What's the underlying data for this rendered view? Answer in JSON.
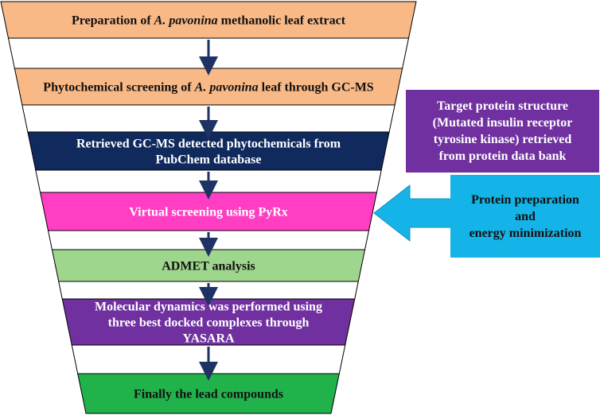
{
  "colors": {
    "funnel_outline": "#000000",
    "white_band": "#ffffff",
    "arrow": "#1f3264",
    "side_arrow": "#14b4e8",
    "target_box": "#7030a0",
    "prep_box": "#14b4e8"
  },
  "steps": [
    {
      "id": "step1",
      "color": "#f9b987",
      "text_color": "#111111",
      "runs": [
        {
          "t": "Preparation of ",
          "italic": false
        },
        {
          "t": "A. pavonina",
          "italic": true
        },
        {
          "t": " methanolic leaf extract",
          "italic": false
        }
      ]
    },
    {
      "id": "step2",
      "color": "#f9b987",
      "text_color": "#111111",
      "runs": [
        {
          "t": "Phytochemical screening of ",
          "italic": false
        },
        {
          "t": "A. pavonina",
          "italic": true
        },
        {
          "t": " leaf through GC-MS",
          "italic": false
        }
      ]
    },
    {
      "id": "step3",
      "color": "#102a5e",
      "text_color": "#ffffff",
      "lines": [
        "Retrieved GC-MS detected phytochemicals from",
        "PubChem database"
      ]
    },
    {
      "id": "step4",
      "color": "#ff3ec3",
      "text_color": "#ffffff",
      "lines": [
        "Virtual screening using PyRx"
      ]
    },
    {
      "id": "step5",
      "color": "#9fd68e",
      "text_color": "#111111",
      "lines": [
        "ADMET analysis"
      ]
    },
    {
      "id": "step6",
      "color": "#7030a0",
      "text_color": "#ffffff",
      "lines": [
        "Molecular dynamics was performed using",
        "three best docked complexes through",
        "YASARA"
      ]
    },
    {
      "id": "step7",
      "color": "#22b24c",
      "text_color": "#111111",
      "lines": [
        "Finally the lead compounds"
      ]
    }
  ],
  "target_box": {
    "line1": "Target protein structure",
    "line2": "(Mutated insulin receptor",
    "line3": "tyrosine kinase) retrieved",
    "line4": "from protein data bank"
  },
  "prep_box": {
    "line1": "Protein preparation",
    "line2": "and",
    "line3": "energy minimization"
  }
}
